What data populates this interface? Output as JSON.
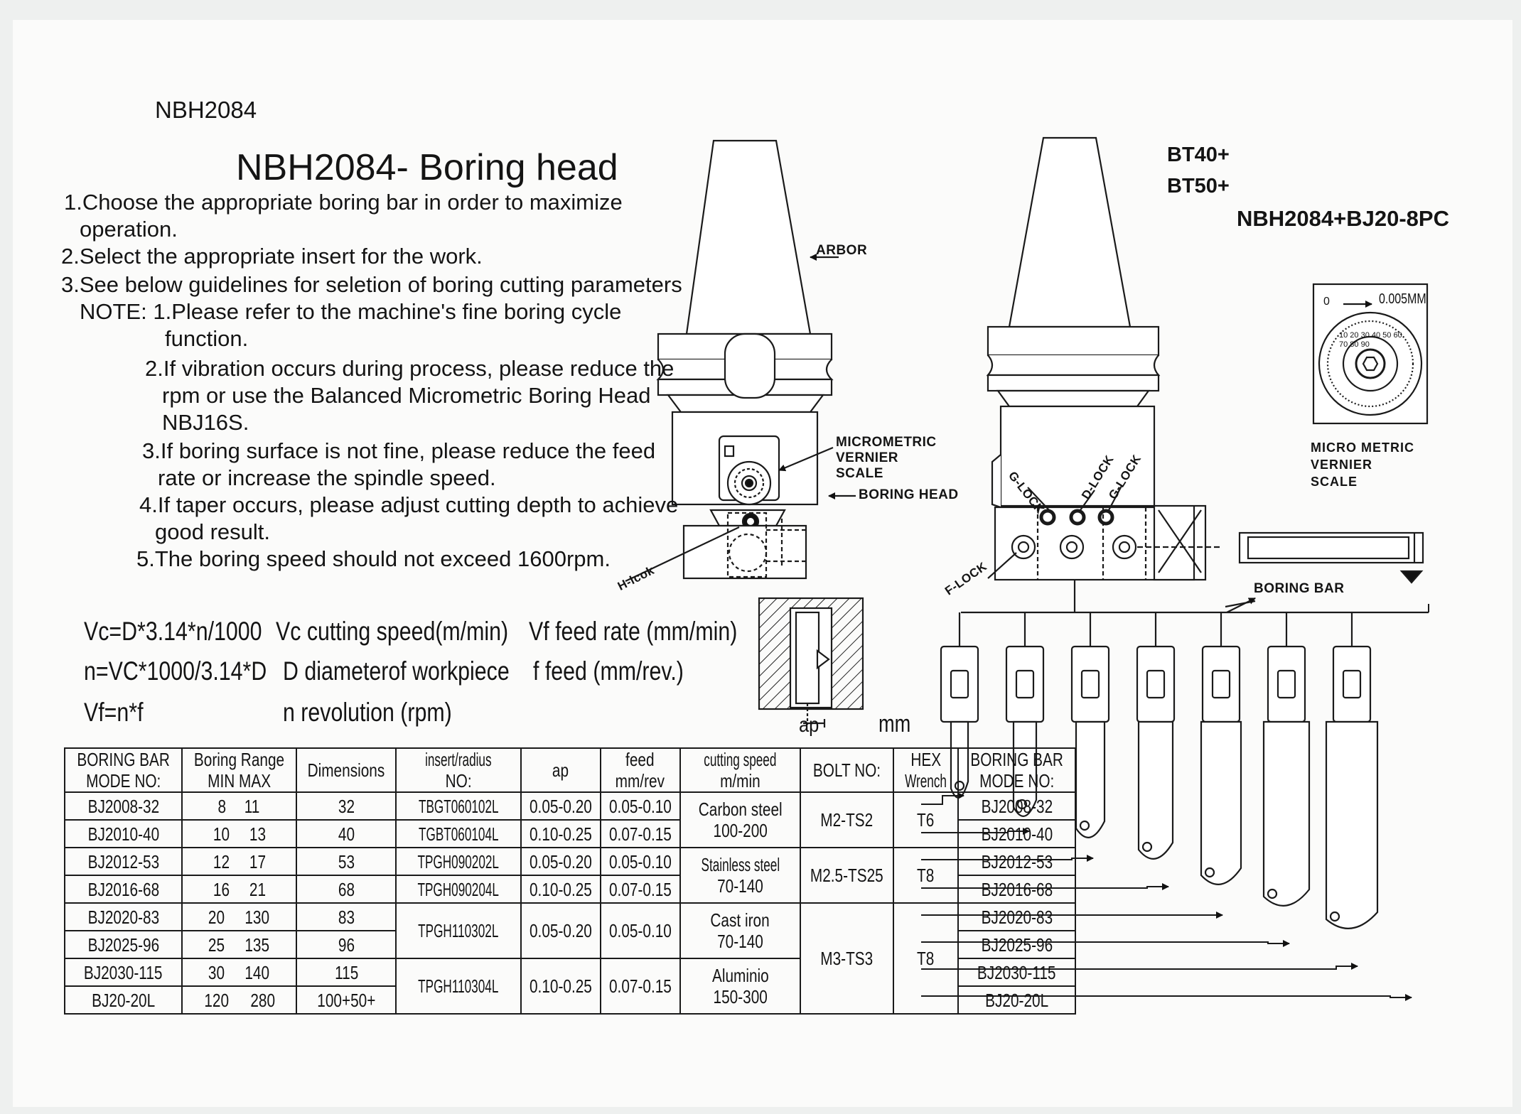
{
  "doc": {
    "model_code": "NBH2084",
    "title": "NBH2084- Boring head",
    "kit_lines": [
      "BT40+",
      "BT50+"
    ],
    "kit_name": "NBH2084+BJ20-8PC"
  },
  "instructions": {
    "items": [
      "1.Choose the appropriate boring bar in order to maximize",
      "operation.",
      "2.Select the appropriate insert for the work.",
      "3.See below guidelines for seletion of boring cutting parameters",
      "NOTE: 1.Please refer to the machine's fine boring cycle",
      "function.",
      "2.If vibration occurs during process, please reduce the",
      "rpm or use the Balanced Micrometric Boring Head",
      "NBJ16S.",
      "3.If boring surface is not fine, please reduce the feed",
      "rate or increase the spindle speed.",
      "4.If taper occurs, please adjust cutting depth to achieve",
      "good result.",
      "5.The boring speed should not exceed 1600rpm."
    ]
  },
  "formulas": {
    "vc": "Vc=D*3.14*n/1000",
    "n": "n=VC*1000/3.14*D",
    "vf": "Vf=n*f",
    "vc_def": "Vc cutting speed(m/min)",
    "d_def": "D  diameterof workpiece",
    "n_def": "n  revolution   (rpm)",
    "vf_def": "Vf  feed rate (mm/min)",
    "f_def": "f    feed      (mm/rev.)"
  },
  "diagram": {
    "arbor": "ARBOR",
    "micrometric": [
      "MICROMETRIC",
      "VERNIER",
      "SCALE"
    ],
    "boring_head": "BORING HEAD",
    "h_lock": "H-lcok",
    "g_lock_1": "G-LOCK",
    "d_lock": "D-LOCK",
    "g_lock_2": "G-LOCK",
    "f_lock": "F-LOCK",
    "boring_bar": "BORING BAR",
    "scale_value": "0.005MM",
    "scale_label": [
      "MICRO METRIC",
      "VERNIER",
      "SCALE"
    ],
    "ap_label": "ap",
    "unit": "mm",
    "dial_zero": "0",
    "dial_numbers": "10 20 30 40 50 60 70 80 90"
  },
  "table": {
    "headers": {
      "model_a": "BORING BAR",
      "model_b": "MODE NO:",
      "range_a": "Boring Range",
      "range_b": "MIN MAX",
      "dimensions": "Dimensions",
      "insert_a": "insert/radius",
      "insert_b": "NO:",
      "ap": "ap",
      "feed_a": "feed",
      "feed_b": "mm/rev",
      "speed_a": "cutting speed",
      "speed_b": "m/min",
      "bolt": "BOLT NO:",
      "hex_a": "HEX",
      "hex_b": "Wrench",
      "model2_a": "BORING BAR",
      "model2_b": "MODE  NO:"
    },
    "rows": [
      {
        "model": "BJ2008-32",
        "min": "8",
        "max": "11",
        "dim": "32"
      },
      {
        "model": "BJ2010-40",
        "min": "10",
        "max": "13",
        "dim": "40"
      },
      {
        "model": "BJ2012-53",
        "min": "12",
        "max": "17",
        "dim": "53"
      },
      {
        "model": "BJ2016-68",
        "min": "16",
        "max": "21",
        "dim": "68"
      },
      {
        "model": "BJ2020-83",
        "min": "20",
        "max": "130",
        "dim": "83"
      },
      {
        "model": "BJ2025-96",
        "min": "25",
        "max": "135",
        "dim": "96"
      },
      {
        "model": "BJ2030-115",
        "min": "30",
        "max": "140",
        "dim": "115"
      },
      {
        "model": "BJ20-20L",
        "min": "120",
        "max": "280",
        "dim": "100+50+"
      }
    ],
    "inserts": [
      {
        "no": "TBGT060102L",
        "ap": "0.05-0.20",
        "feed": "0.05-0.10"
      },
      {
        "no": "TGBT060104L",
        "ap": "0.10-0.25",
        "feed": "0.07-0.15"
      },
      {
        "no": "TPGH090202L",
        "ap": "0.05-0.20",
        "feed": "0.05-0.10"
      },
      {
        "no": "TPGH090204L",
        "ap": "0.10-0.25",
        "feed": "0.07-0.15"
      },
      {
        "no": "TPGH110302L",
        "ap": "0.05-0.20",
        "feed": "0.05-0.10"
      },
      {
        "no": "TPGH110304L",
        "ap": "0.10-0.25",
        "feed": "0.07-0.15"
      }
    ],
    "materials": [
      {
        "name": "Carbon steel",
        "speed": "100-200"
      },
      {
        "name": "Stainless steel",
        "speed": "70-140"
      },
      {
        "name": "Cast iron",
        "speed": "70-140"
      },
      {
        "name": "Aluminio",
        "speed": "150-300"
      }
    ],
    "bolts": [
      {
        "bolt": "M2-TS2",
        "hex": "T6"
      },
      {
        "bolt": "M2.5-TS25",
        "hex": "T8"
      },
      {
        "bolt": "M3-TS3",
        "hex": "T8"
      }
    ],
    "models_right": [
      "BJ2008-32",
      "BJ2010-40",
      "BJ2012-53",
      "BJ2016-68",
      "BJ2020-83",
      "BJ2025-96",
      "BJ2030-115",
      "BJ20-20L"
    ]
  }
}
